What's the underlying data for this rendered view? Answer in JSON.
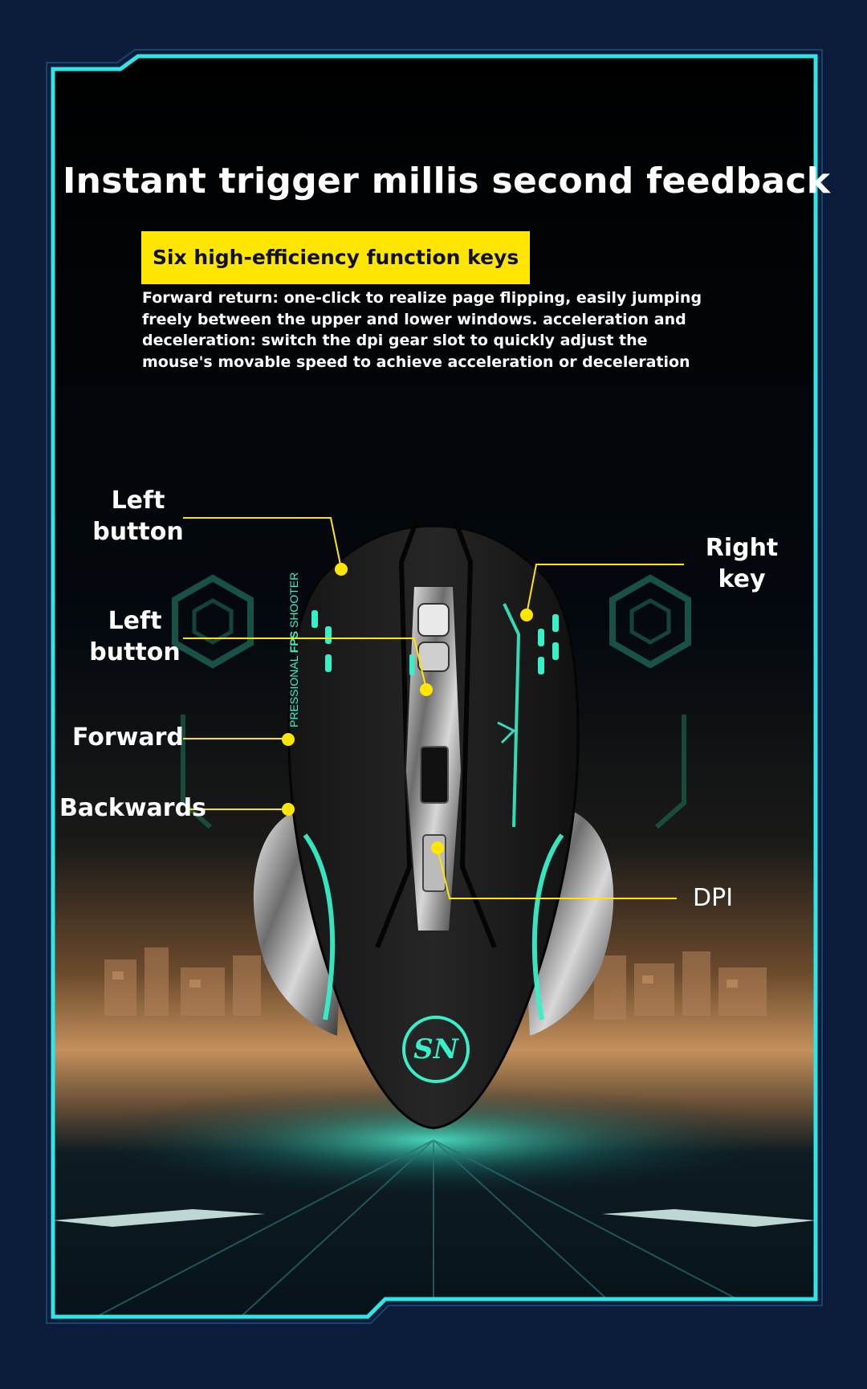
{
  "title": "Instant trigger millis second feedback",
  "badge": "Six high-efficiency function keys",
  "description": "Forward return: one-click to realize page flipping, easily jumping freely between the upper and lower windows. acceleration and deceleration: switch the dpi gear slot to quickly adjust the mouse's movable speed to achieve acceleration or deceleration",
  "callouts": {
    "left_button_1": "Left\nbutton",
    "left_button_2": "Left\nbutton",
    "forward": "Forward",
    "backwards": "Backwards",
    "right_key": "Right\nkey",
    "dpi": "DPI"
  },
  "mouse": {
    "side_text_1": "PRESSIONAL",
    "side_text_2": "FPS",
    "side_text_3": "SHOOTER",
    "logo_text": "SN"
  },
  "colors": {
    "frame": "#2ee6e6",
    "accent_yellow": "#ffe600",
    "glow": "#36f0c8",
    "background": "#0b1d3a"
  }
}
